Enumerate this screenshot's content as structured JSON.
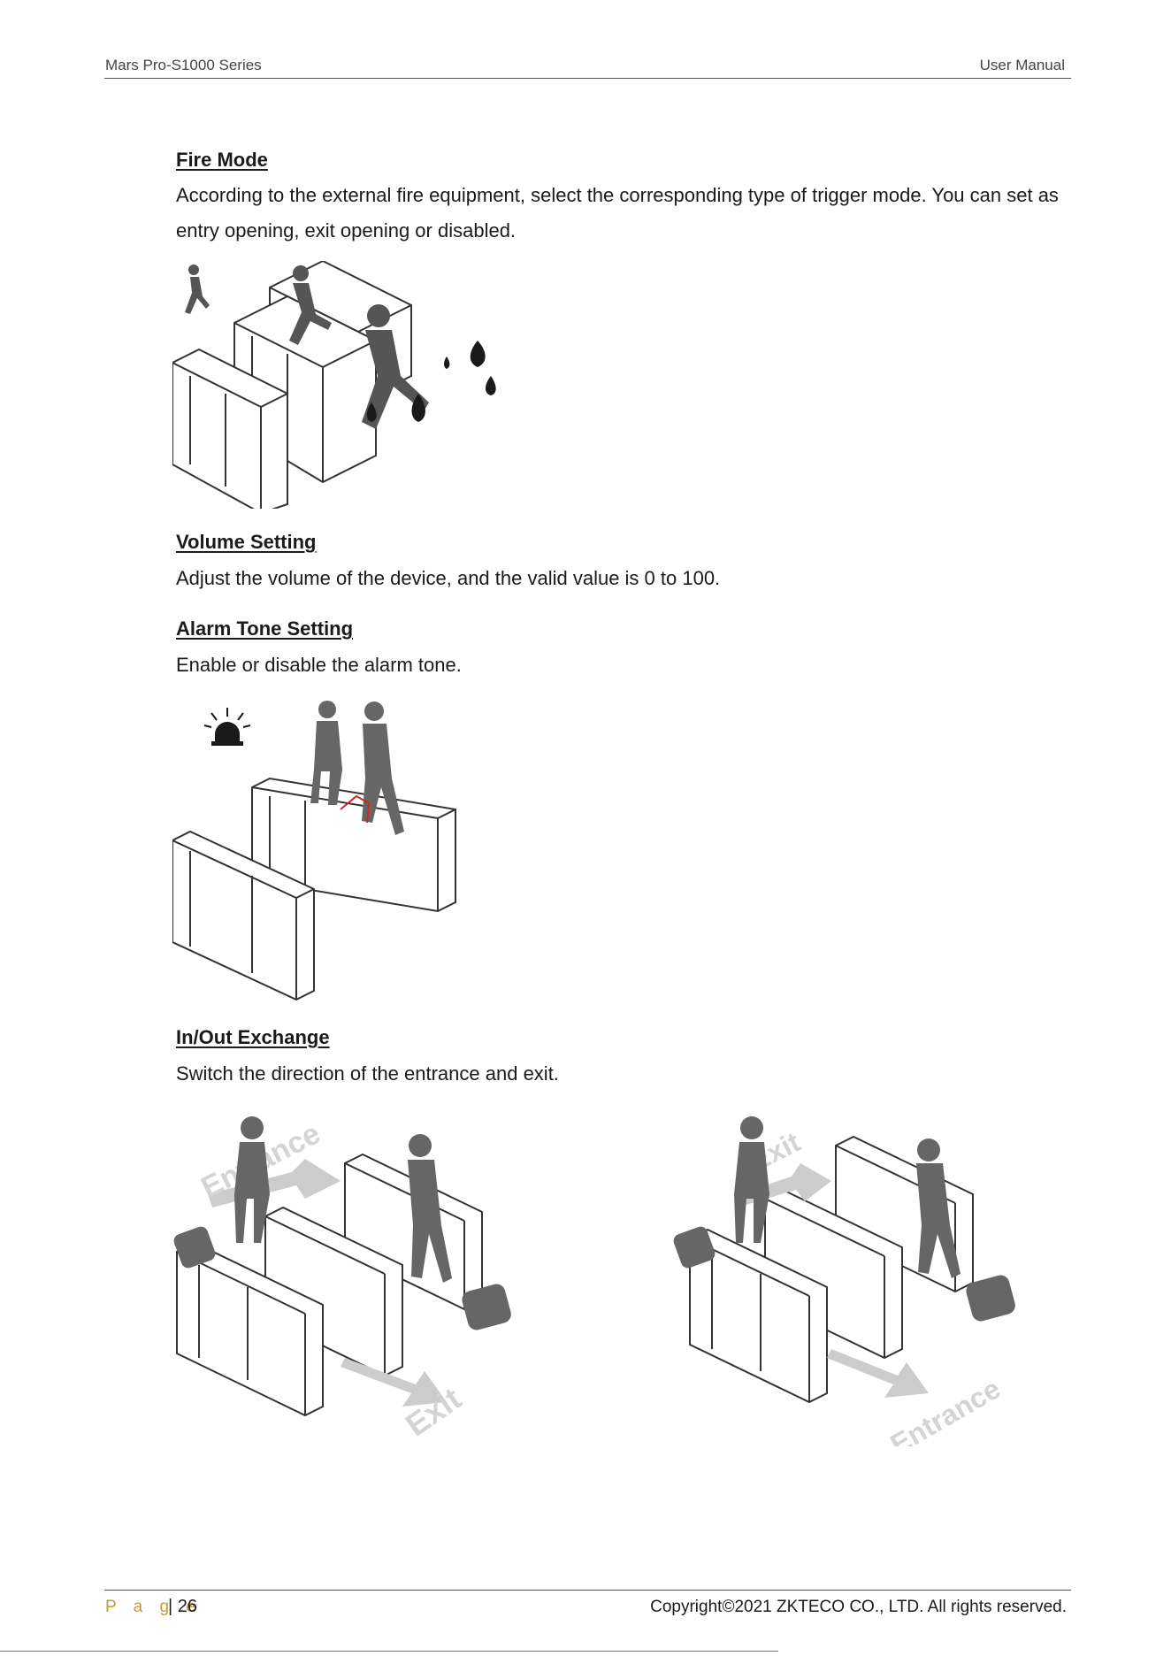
{
  "header": {
    "left": "Mars Pro-S1000 Series",
    "right": "User Manual"
  },
  "sections": [
    {
      "title": "Fire Mode",
      "text": "According to the external fire equipment, select the corresponding type of trigger mode. You can set as entry opening, exit opening or disabled."
    },
    {
      "title": "Volume Setting",
      "text": "Adjust the volume of the device, and the valid value is 0 to 100."
    },
    {
      "title": "Alarm Tone Setting",
      "text": "Enable or disable the alarm tone."
    },
    {
      "title": "In/Out Exchange",
      "text": "Switch the direction of the entrance and exit."
    }
  ],
  "figures": {
    "exchange_left": {
      "top_arrow": "Entrance",
      "bottom_arrow": "Exit"
    },
    "exchange_right": {
      "top_arrow": "Exit",
      "bottom_arrow": "Entrance"
    }
  },
  "footer": {
    "page_label": "P a g e",
    "page_number": "| 26",
    "copyright": "Copyright©2021 ZKTECO CO., LTD.  All rights reserved."
  }
}
